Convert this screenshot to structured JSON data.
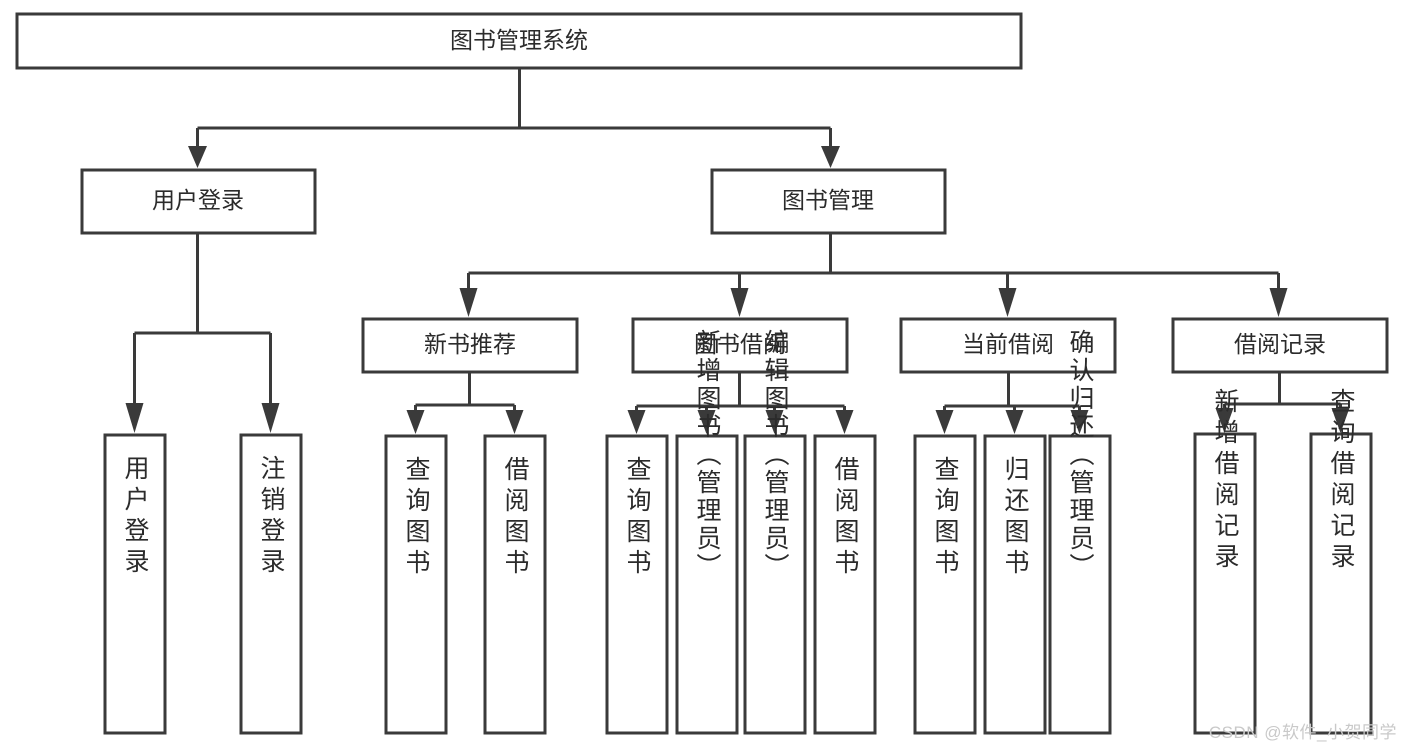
{
  "diagram": {
    "type": "tree-hierarchy",
    "title": "图书管理系统",
    "watermark": "CSDN @软件_小贺同学",
    "colors": {
      "box_stroke": "#3a3a3a",
      "box_fill": "#ffffff",
      "text": "#2b2b2b",
      "background": "#ffffff",
      "watermark": "#c9c9c9"
    },
    "levels": {
      "root": {
        "label": "图书管理系统"
      },
      "level2": [
        {
          "label": "用户登录"
        },
        {
          "label": "图书管理"
        }
      ],
      "level3": [
        {
          "label": "新书推荐"
        },
        {
          "label": "图书借阅"
        },
        {
          "label": "当前借阅"
        },
        {
          "label": "借阅记录"
        }
      ]
    },
    "leaves": {
      "user_login": [
        {
          "label": "用户登录"
        },
        {
          "label": "注销登录"
        }
      ],
      "new_book_recommend": [
        {
          "label": "查询图书"
        },
        {
          "label": "借阅图书"
        }
      ],
      "book_borrow": [
        {
          "label": "查询图书"
        },
        {
          "label": "新增图书（管理员）"
        },
        {
          "label": "编辑图书（管理员）"
        },
        {
          "label": "借阅图书"
        }
      ],
      "current_borrow": [
        {
          "label": "查询图书"
        },
        {
          "label": "归还图书"
        },
        {
          "label": "确认归还（管理员）"
        }
      ],
      "borrow_record": [
        {
          "label": "新增借阅记录"
        },
        {
          "label": "查询借阅记录"
        }
      ]
    }
  }
}
